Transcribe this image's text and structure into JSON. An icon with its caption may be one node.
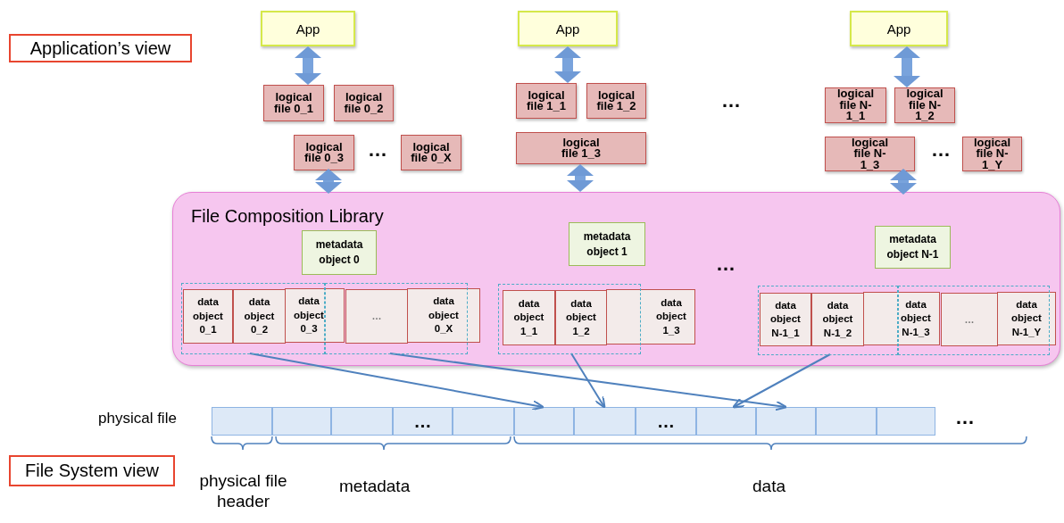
{
  "diagram": {
    "nodes": [
      {
        "text": [
          "Application’s view"
        ]
      },
      {
        "text": [
          "App"
        ]
      },
      {
        "text": [
          "logical file 0_1"
        ]
      },
      {
        "text": [
          "logical file 0_2"
        ]
      },
      {
        "text": [
          "logical file 0_3"
        ]
      },
      {
        "text": [
          "logical file 0_X"
        ]
      },
      {
        "text": [
          "App"
        ]
      },
      {
        "text": [
          "logical file 1_1"
        ]
      },
      {
        "text": [
          "logical file 1_2"
        ]
      },
      {
        "text": [
          "logical file 1_3"
        ]
      },
      {
        "text": [
          "App"
        ]
      },
      {
        "text": [
          "logical file N-1_1"
        ]
      },
      {
        "text": [
          "logical file N-1_2"
        ]
      },
      {
        "text": [
          "logical file N-1_3"
        ]
      },
      {
        "text": [
          "logical file N-1_Y"
        ]
      },
      {
        "text": [
          "File Composition Library"
        ]
      },
      {
        "text": [
          "metadata object 0"
        ],
        "in": 15
      },
      {
        "text": [
          "metadata object 1"
        ],
        "in": 15
      },
      {
        "text": [
          "metadata object N-1"
        ],
        "in": 15
      },
      {
        "text": [],
        "shape": "box",
        "in": 15
      },
      {
        "text": [],
        "shape": "box",
        "in": 15
      },
      {
        "text": [],
        "shape": "box",
        "in": 15
      },
      {
        "text": [],
        "shape": "box",
        "in": 15
      },
      {
        "text": [],
        "shape": "box",
        "in": 15
      },
      {
        "text": [
          "data object 0_1"
        ],
        "in": 19
      },
      {
        "text": [
          "data object 0_2"
        ],
        "in": 19
      },
      {
        "text": [
          "data object 0_3"
        ],
        "in": 15
      },
      {
        "text": [
          "…"
        ],
        "in": 20
      },
      {
        "text": [
          "data object 0_X"
        ],
        "in": 15
      },
      {
        "text": [
          "data object 1_1"
        ],
        "in": 21
      },
      {
        "text": [
          "data object 1_2"
        ],
        "in": 21
      },
      {
        "text": [
          "data object 1_3"
        ],
        "in": 15
      },
      {
        "text": [
          "data object N-1_1"
        ],
        "in": 22
      },
      {
        "text": [
          "data object N-1_2"
        ],
        "in": 22
      },
      {
        "text": [
          "data object N-1_3"
        ],
        "in": 15
      },
      {
        "text": [
          "…"
        ],
        "in": 23
      },
      {
        "text": [
          "data object N-1_Y"
        ],
        "in": 15
      },
      {
        "text": [],
        "shape": "box"
      },
      {
        "text": [],
        "shape": "box"
      },
      {
        "text": [],
        "shape": "box"
      },
      {
        "text": [
          "…"
        ]
      },
      {
        "text": [],
        "shape": "box"
      },
      {
        "text": [],
        "shape": "box"
      },
      {
        "text": [],
        "shape": "box"
      },
      {
        "text": [
          "…"
        ]
      },
      {
        "text": [],
        "shape": "box"
      },
      {
        "text": [],
        "shape": "box"
      },
      {
        "text": [],
        "shape": "box"
      },
      {
        "text": [],
        "shape": "box"
      },
      {
        "text": [
          "File System view"
        ]
      }
    ],
    "edges": [
      {
        "from": 1,
        "to": 2,
        "arrow": "both"
      },
      {
        "from": 4,
        "to": 15,
        "arrow": "both"
      },
      {
        "from": 6,
        "to": 7,
        "arrow": "both"
      },
      {
        "from": 9,
        "to": 15,
        "arrow": "both"
      },
      {
        "from": 10,
        "to": 12,
        "arrow": "both"
      },
      {
        "from": 13,
        "to": 15,
        "arrow": "both"
      },
      {
        "from": 19,
        "to": 42,
        "arrow": "to",
        "color": "#4f81bd"
      },
      {
        "from": 20,
        "to": 46,
        "arrow": "to",
        "color": "#4f81bd"
      },
      {
        "from": 21,
        "to": 43,
        "arrow": "to",
        "color": "#4f81bd"
      },
      {
        "from": 22,
        "to": 45,
        "arrow": "to",
        "color": "#4f81bd"
      }
    ],
    "labels": [
      "…",
      "…",
      "…",
      "…",
      "physical file",
      "…",
      "physical file header",
      "metadata",
      "data"
    ]
  }
}
